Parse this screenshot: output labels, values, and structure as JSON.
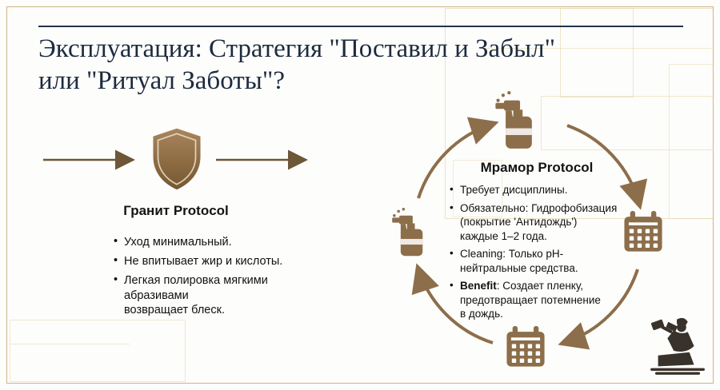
{
  "colors": {
    "accent_bronze": "#8d6e4a",
    "accent_bronze_dark": "#6e5638",
    "title_navy": "#1d2b3f",
    "frame_gold": "#cfb488",
    "logo_ink": "#38322b"
  },
  "title": "Эксплуатация: Стратегия \"Поставил и Забыл\"\nили \"Ритуал Заботы\"?",
  "granite": {
    "heading": "Гранит Protocol",
    "bullets": [
      "Уход минимальный.",
      "Не впитывает жир и кислоты.",
      "Легкая полировка мягкими\nабразивами\nвозвращает блеск."
    ]
  },
  "marble": {
    "heading": "Мрамор Protocol",
    "bullets": [
      {
        "lead": "",
        "text": "Требует дисциплины."
      },
      {
        "lead": "",
        "text": "Обязательно: Гидрофобизация\n(покрытие 'Антидождь')\nкаждые 1–2 года."
      },
      {
        "lead": "",
        "text": "Cleaning: Только pH-\nнейтральные средства."
      },
      {
        "lead": "Benefit",
        "text": ": Создает пленку,\nпредотвращает потемнение\nв дождь."
      }
    ]
  },
  "icons": [
    "flow-arrow-left-icon",
    "shield-icon",
    "flow-arrow-right-icon",
    "spray-bottle-top-icon",
    "calendar-right-icon",
    "calendar-bottom-icon",
    "spray-bottle-left-icon",
    "cycle-arrows-icon",
    "stonemason-logo-icon"
  ]
}
